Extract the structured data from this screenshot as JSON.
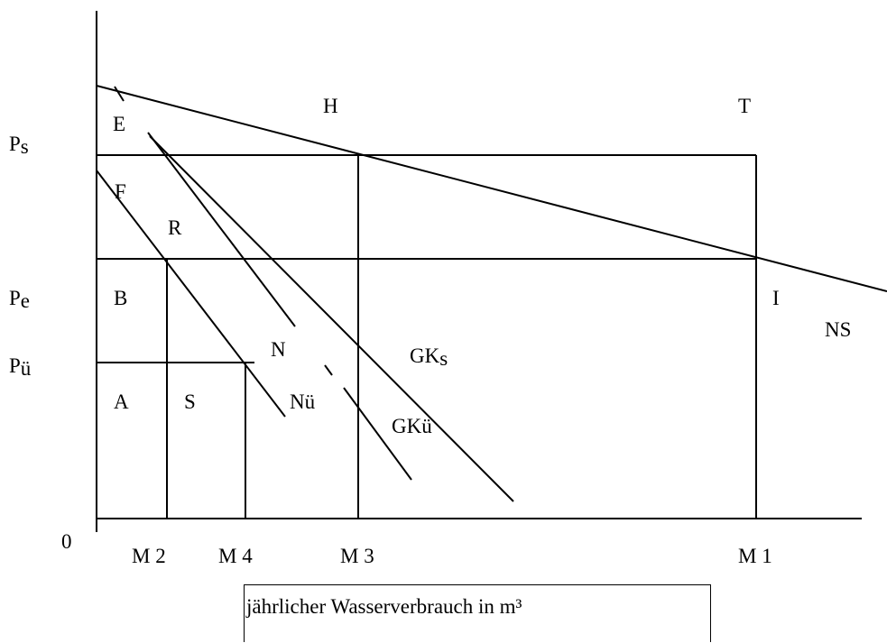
{
  "labels": {
    "origin": "0",
    "ps_main": "P",
    "ps_sub": "s",
    "pe_main": "P",
    "pe_sub": "e",
    "pu_main": "P",
    "pu_sub": "ü",
    "m2": "M 2",
    "m4": "M 4",
    "m3": "M 3",
    "m1": "M 1",
    "area_e": "E",
    "area_f": "F",
    "area_r": "R",
    "area_b": "B",
    "area_a": "A",
    "area_s": "S",
    "area_h": "H",
    "area_t": "T",
    "area_i": "I",
    "curve_n": "N",
    "curve_nu_main": "N",
    "curve_nu_sub": "ü",
    "curve_gks_main": "GK",
    "curve_gks_sub": "s",
    "curve_gku_main": "GK",
    "curve_gku_sub": "ü",
    "curve_ns_main": "N",
    "curve_ns_sub": "S"
  },
  "caption": "jährlicher Wasserverbrauch in m³"
}
